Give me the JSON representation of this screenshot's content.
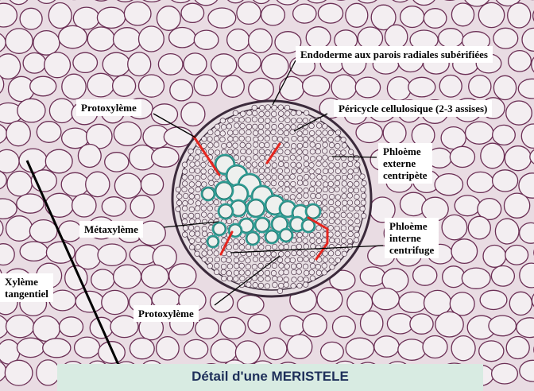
{
  "image": {
    "subject": "stained plant tissue section",
    "palette": {
      "background": "#e9dce3",
      "cell_wall": "#6b2f55",
      "xylem_stain": "#2f9d94",
      "stele_wall": "#3b2a3b",
      "pointer": "#e5261f",
      "line": "#000000"
    }
  },
  "labels": {
    "endoderme": "Endoderme aux parois radiales subérifiées",
    "protoxyleme_top": "Protoxylème",
    "pericycle": "Péricycle cellulosique (2-3 assises)",
    "phloeme_externe": [
      "Phloème",
      "externe",
      "centripète"
    ],
    "metaxyleme": "Métaxylème",
    "phloeme_interne": [
      "Phloème",
      "interne",
      "centrifuge"
    ],
    "xyleme_tangentiel": [
      "Xylème",
      "tangentiel"
    ],
    "protoxyleme_bottom": "Protoxylème"
  },
  "caption": "Détail d'une MERISTELE"
}
